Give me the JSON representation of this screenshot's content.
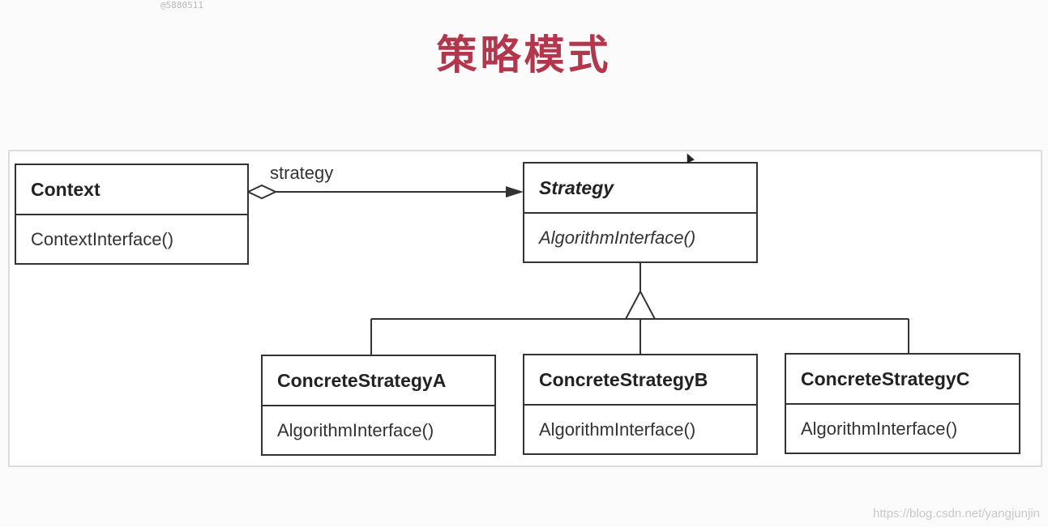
{
  "top_id": "@5880511",
  "title": "策略模式",
  "association_label": "strategy",
  "classes": {
    "context": {
      "name": "Context",
      "method": "ContextInterface()"
    },
    "strategy": {
      "name": "Strategy",
      "method": "AlgorithmInterface()"
    },
    "concrete_a": {
      "name": "ConcreteStrategyA",
      "method": "AlgorithmInterface()"
    },
    "concrete_b": {
      "name": "ConcreteStrategyB",
      "method": "AlgorithmInterface()"
    },
    "concrete_c": {
      "name": "ConcreteStrategyC",
      "method": "AlgorithmInterface()"
    }
  },
  "watermark": "https://blog.csdn.net/yangjunjin",
  "colors": {
    "title": "#b2374c",
    "line": "#333333"
  },
  "icons": {
    "cursor": "mouse-pointer-icon"
  }
}
